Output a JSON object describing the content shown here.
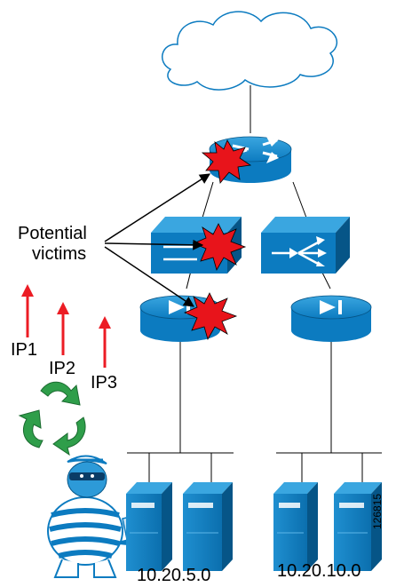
{
  "labels": {
    "victims_line1": "Potential",
    "victims_line2": "victims",
    "ip1": "IP1",
    "ip2": "IP2",
    "ip3": "IP3",
    "subnet_left": "10.20.5.0",
    "subnet_right": "10.20.10.0",
    "figure_id": "126815"
  },
  "colors": {
    "device_blue": "#0c7bc0",
    "device_light": "#2d9ad8",
    "device_dark": "#065587",
    "attack_red": "#e8141b",
    "arrow_red": "#ec1c24",
    "recycle_green": "#2f9e4a",
    "cloud_stroke": "#0c7bc0",
    "line": "#000000"
  },
  "icons": {
    "cloud": "cloud-icon",
    "router": "router-icon",
    "switch": "switch-icon",
    "multilayer_switch": "multilayer-switch-icon",
    "attack": "attack-burst-icon",
    "server": "server-icon",
    "attacker": "attacker-icon",
    "recycle": "recycle-icon"
  }
}
